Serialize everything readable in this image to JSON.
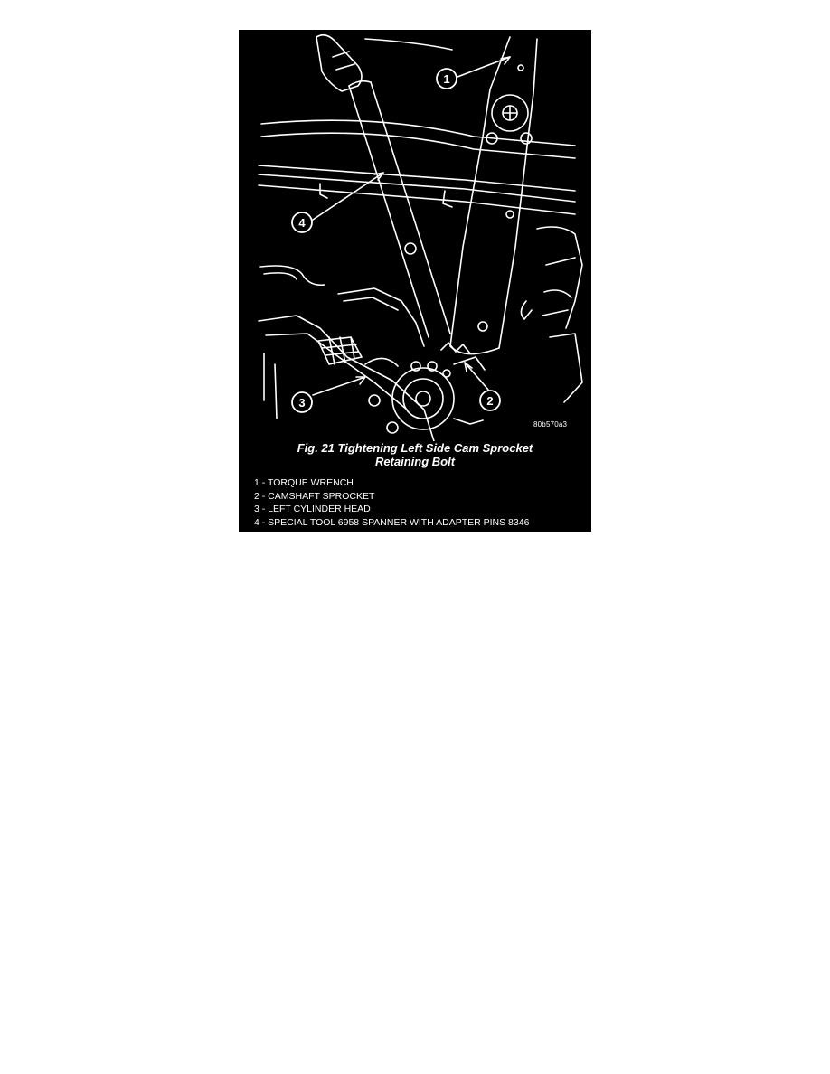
{
  "figure": {
    "diagram_code": "80b570a3",
    "caption_line_1": "Fig. 21 Tightening Left Side Cam Sprocket",
    "caption_line_2": "Retaining Bolt",
    "callouts": [
      "1",
      "2",
      "3",
      "4"
    ],
    "legend": [
      "1 - TORQUE WRENCH",
      "2 - CAMSHAFT SPROCKET",
      "3 - LEFT CYLINDER HEAD",
      "4 - SPECIAL TOOL 6958 SPANNER WITH ADAPTER PINS 8346"
    ]
  }
}
